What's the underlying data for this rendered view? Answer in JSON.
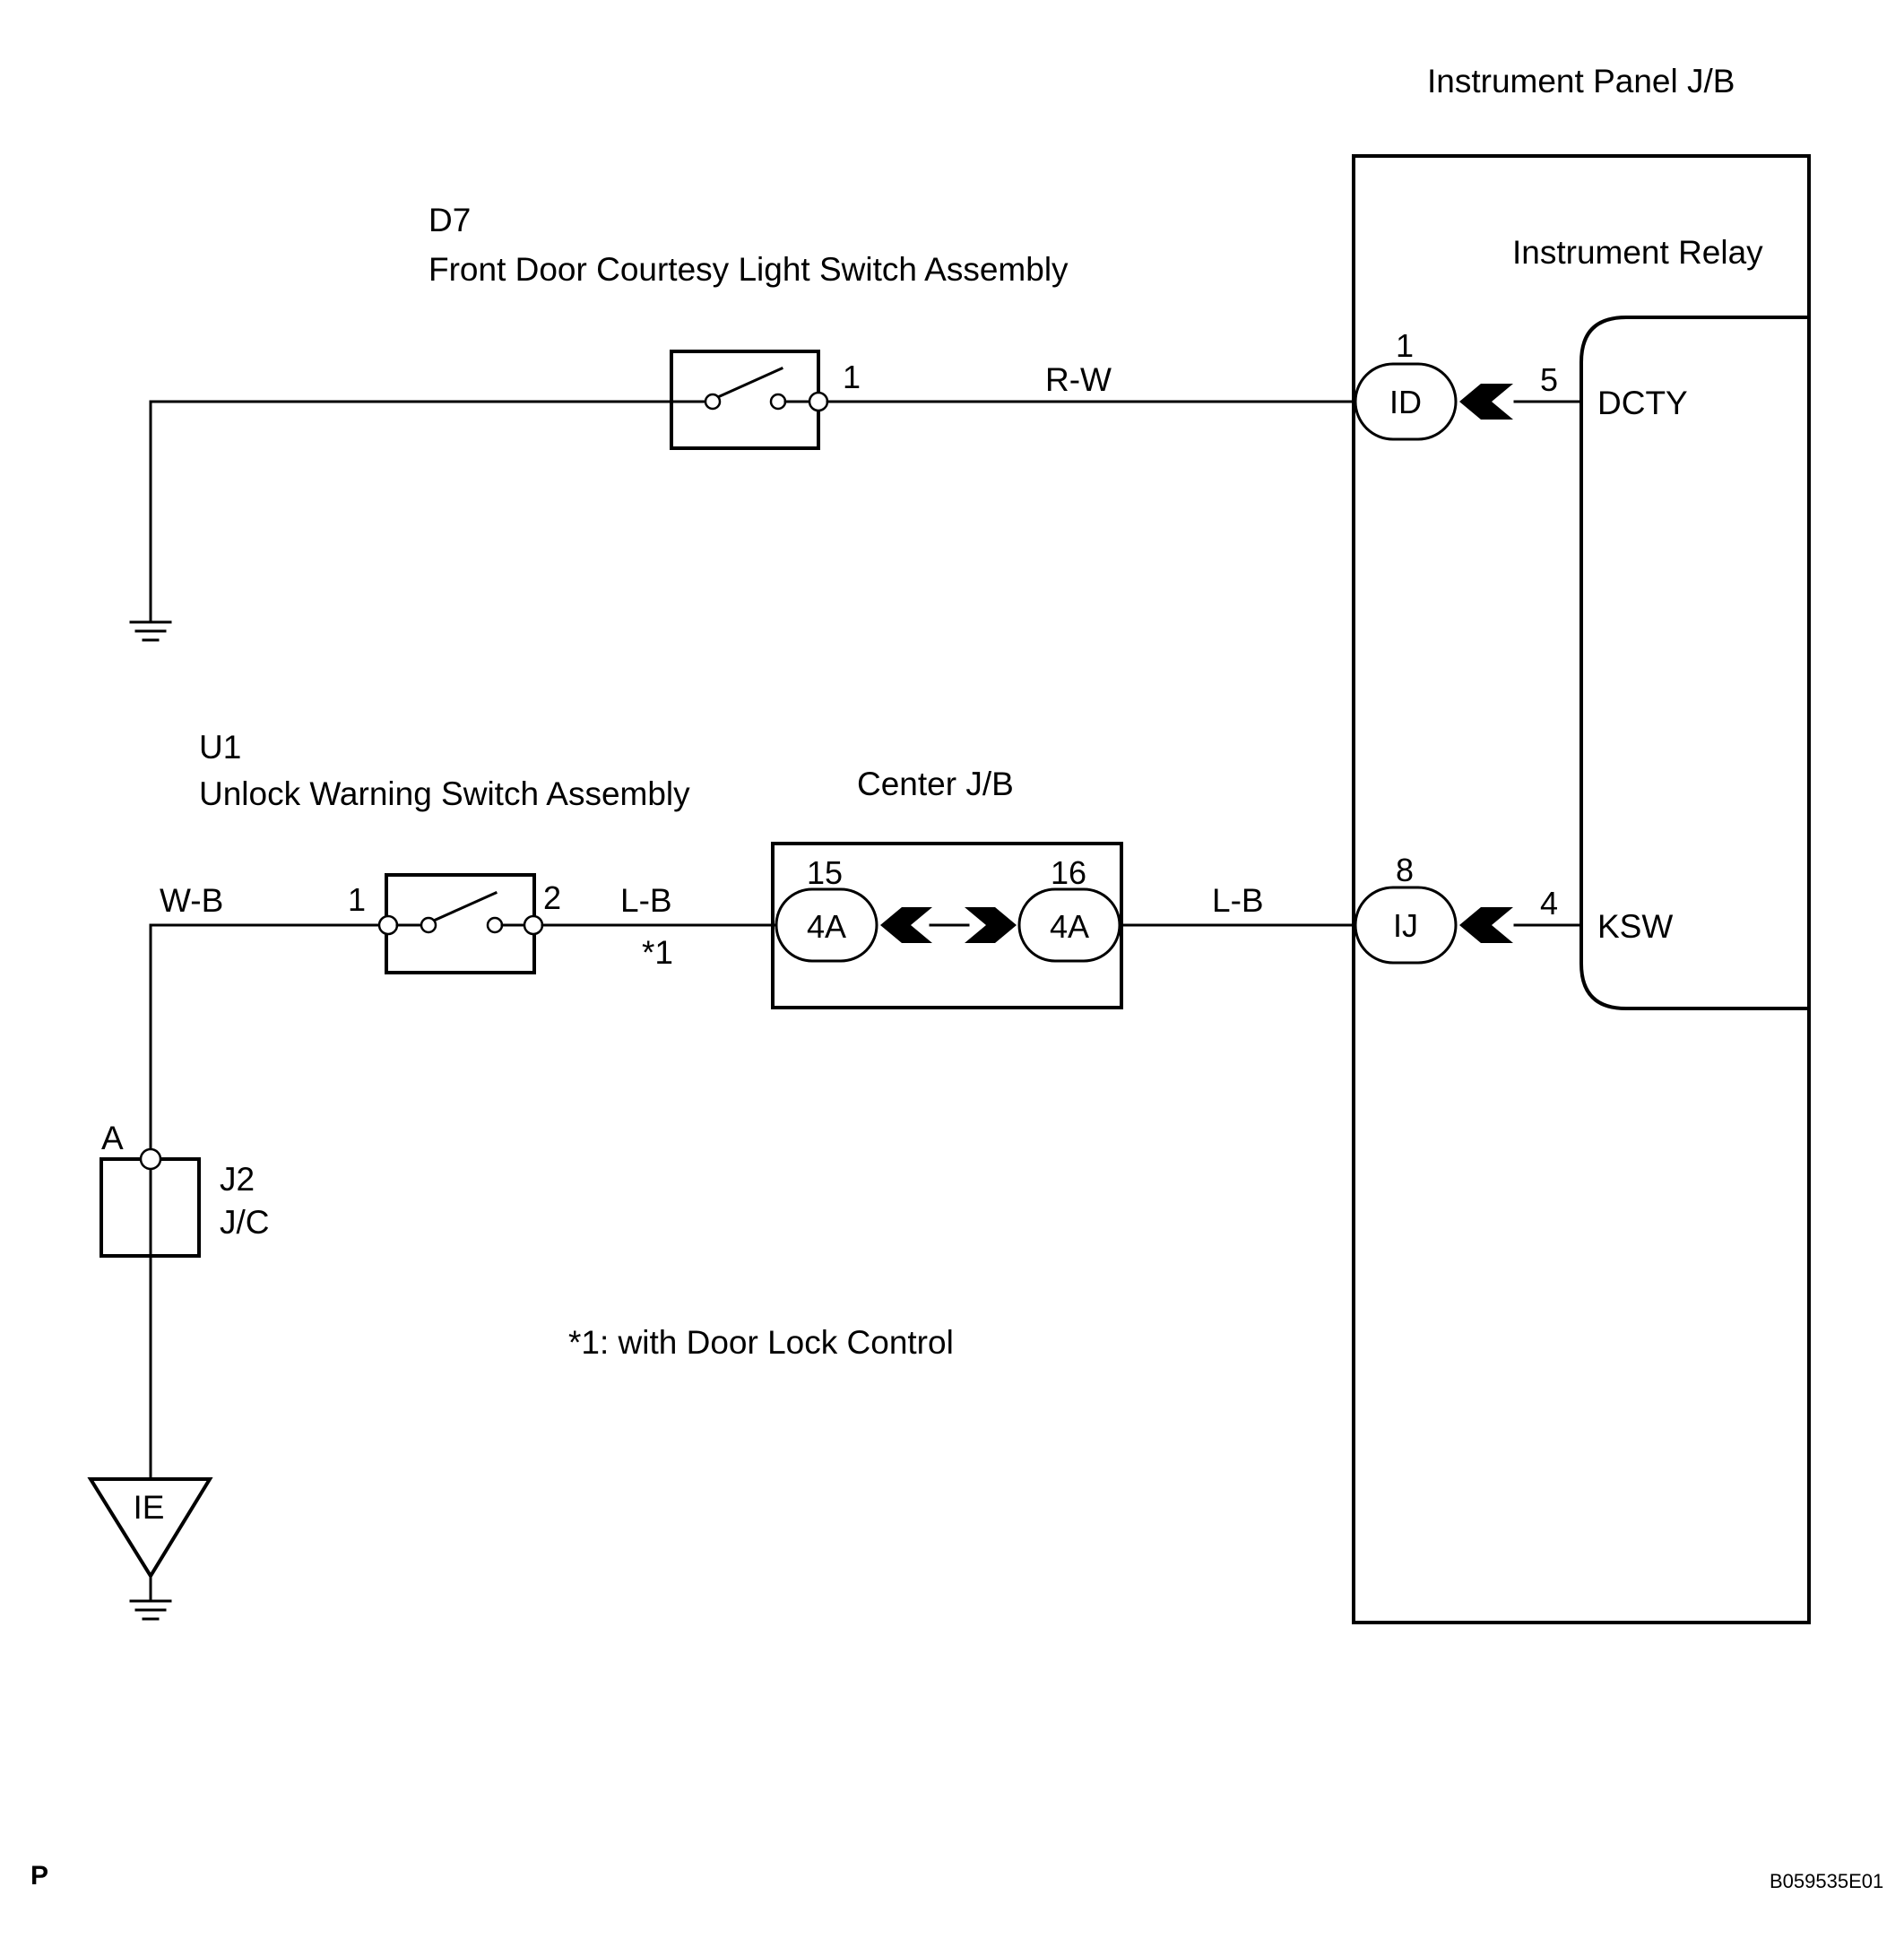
{
  "diagram": {
    "instrument_panel": {
      "title": "Instrument Panel J/B",
      "relay_title": "Instrument Relay",
      "terminals": [
        {
          "pin": "5",
          "name": "DCTY"
        },
        {
          "pin": "4",
          "name": "KSW"
        }
      ],
      "connectors": [
        {
          "pin": "1",
          "id": "ID"
        },
        {
          "pin": "8",
          "id": "IJ"
        }
      ]
    },
    "d7": {
      "code": "D7",
      "name": "Front Door Courtesy Light Switch Assembly",
      "pin": "1",
      "wire": "R-W"
    },
    "u1": {
      "code": "U1",
      "name": "Unlock Warning Switch  Assembly",
      "pin_left": "1",
      "pin_right": "2",
      "wire_left": "W-B",
      "wire_right": "L-B",
      "wire_right_note": "*1"
    },
    "center_jb": {
      "title": "Center J/B",
      "connectors": [
        {
          "pin": "15",
          "id": "4A"
        },
        {
          "pin": "16",
          "id": "4A"
        }
      ],
      "wire_out": "L-B"
    },
    "j2": {
      "point": "A",
      "code": "J2",
      "name": "J/C"
    },
    "ground": {
      "id": "IE"
    },
    "footnote": "*1: with Door Lock Control",
    "corner_left": "P",
    "corner_right": "B059535E01"
  }
}
